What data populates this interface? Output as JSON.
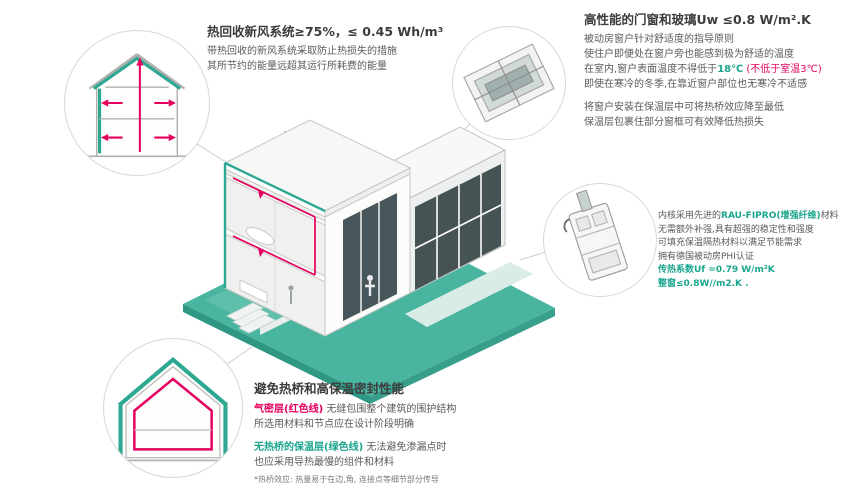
{
  "colors": {
    "teal_accent": "#1ba58e",
    "ground_teal": "#49b5a0",
    "red_accent": "#e5005f",
    "dark_text": "#3c3c3c",
    "body_text": "#5a5a5a"
  },
  "ventilation": {
    "title": "热回收新风系统≥75%，≤ 0.45 Wh/m³",
    "line1": "带热回收的新风系统采取防止热损失的措施",
    "line2": "其所节约的能量远超其运行所耗费的能量"
  },
  "windows": {
    "title": "高性能的门窗和玻璃Uw ≤0.8 W/m².K",
    "line1": "被动房窗户针对舒适度的指导原则",
    "line2": "使住户即便处在窗户旁也能感到极为舒适的温度",
    "line3_pre": "在室内,窗户表面温度不得低于",
    "line3_temp": "18℃",
    "line3_note": "(不低于室温3℃)",
    "line4": "即使在寒冷的冬季,在靠近窗户部位也无寒冷不适感",
    "line5": "将窗户安装在保温层中可将热桥效应降至最低",
    "line6": "保温层包裹住部分窗框可有效降低热损失"
  },
  "material": {
    "line1_pre": "内核采用先进的",
    "line1_hl": "RAU-FIPRO(增强纤维)",
    "line1_post": "材料",
    "line2": "无需额外补强,具有超强的稳定性和强度",
    "line3": "可填充保温隔热材料以满足节能需求",
    "line4": "拥有德国被动房PHI认证",
    "line5": "传热系数Uf =0.79 W/m²K",
    "line6": "整窗≤0.8W//m2.K ."
  },
  "bridge": {
    "title": "避免热桥和高保温密封性能",
    "airtight_label": "气密层(红色线)",
    "airtight_rest": " 无缝包围整个建筑的围护结构",
    "airtight_line2": "所选用材料和节点应在设计阶段明确",
    "insul_label": "无热桥的保温层(绿色线)",
    "insul_rest": " 无法避免渗漏点时",
    "insul_line2": "也应采用导热最慢的组件和材料",
    "footnote": "*热桥效应: 热量易于在边,角, 连接点等细节部分传导"
  },
  "illustrations": {
    "main": "isometric-cutaway-passive-house",
    "circle_top_left": "ventilation-airflow-section",
    "circle_top_right": "window-corner-detail",
    "circle_mid_right": "window-frame-profile",
    "circle_bottom_left": "thermal-envelope-section"
  }
}
